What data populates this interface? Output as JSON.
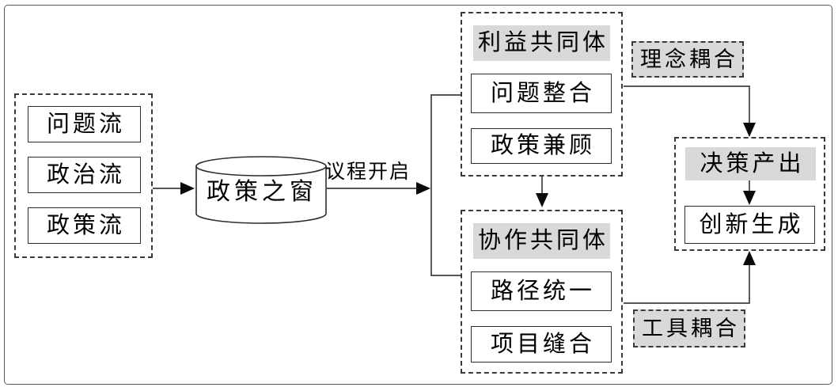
{
  "diagram": {
    "streams": {
      "items": [
        {
          "label": "问题流"
        },
        {
          "label": "政治流"
        },
        {
          "label": "政策流"
        }
      ]
    },
    "policy_window": "政策之窗",
    "agenda_open_label": "议程开启",
    "interest_community": {
      "title": "利益共同体",
      "items": [
        {
          "label": "问题整合"
        },
        {
          "label": "政策兼顾"
        }
      ]
    },
    "collaboration_community": {
      "title": "协作共同体",
      "items": [
        {
          "label": "路径统一"
        },
        {
          "label": "项目缝合"
        }
      ]
    },
    "concept_coupling_label": "理念耦合",
    "tool_coupling_label": "工具耦合",
    "decision_output": {
      "title": "决策产出",
      "items": [
        {
          "label": "创新生成"
        }
      ]
    },
    "colors": {
      "gray_fill": "#d9d9d9",
      "line": "#3f3f3f",
      "arrowhead": "#0a0a0a",
      "border": "#2d2d2d"
    }
  }
}
